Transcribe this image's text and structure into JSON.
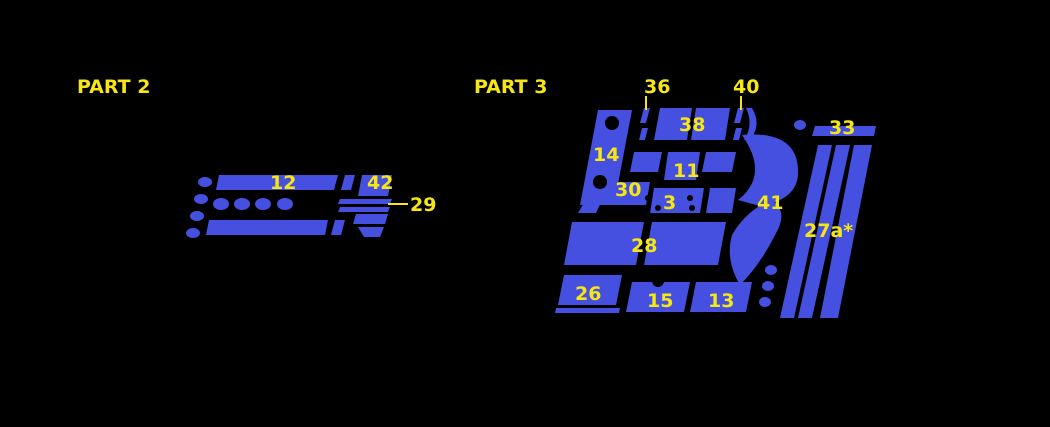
{
  "colors": {
    "background": "#000000",
    "part": "#4550e0",
    "label": "#f5e614"
  },
  "part2": {
    "title": "PART 2",
    "labels": {
      "p12": "12",
      "p42": "42",
      "p29": "29"
    }
  },
  "part3": {
    "title": "PART 3",
    "labels": {
      "p36": "36",
      "p40": "40",
      "p38": "38",
      "p33": "33",
      "p14": "14",
      "p11": "11",
      "p30": "30",
      "p3": "3",
      "p41": "41",
      "p27a": "27a*",
      "p28": "28",
      "p26": "26",
      "p15": "15",
      "p13": "13"
    }
  }
}
